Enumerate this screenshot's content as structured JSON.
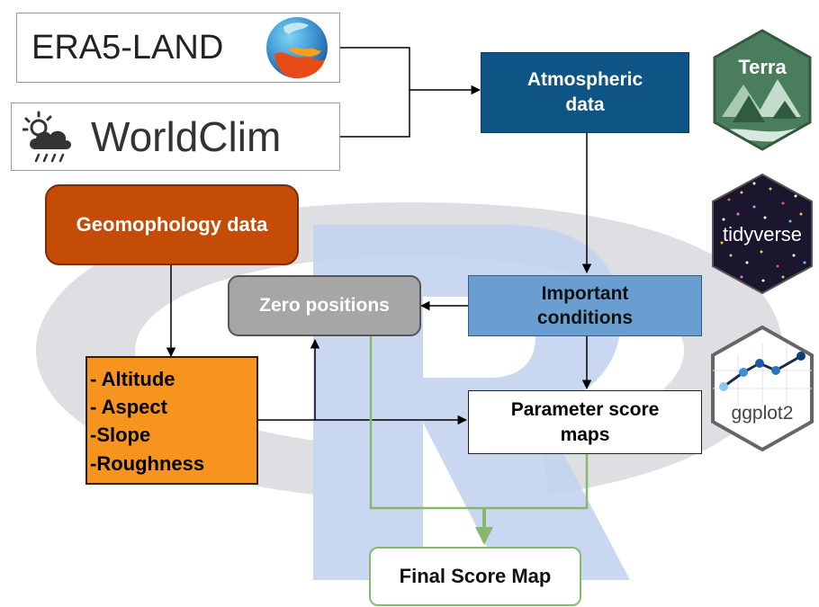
{
  "sources": {
    "era5_label": "ERA5-LAND",
    "worldclim_label": "WorldClim"
  },
  "nodes": {
    "atmospheric": [
      "Atmospheric",
      "data"
    ],
    "geomorphology": "Geomophology data",
    "zero_positions": "Zero positions",
    "important_conditions": [
      "Important",
      "conditions"
    ],
    "parameter_maps": [
      "Parameter score",
      "maps"
    ],
    "final_map": "Final Score Map",
    "attributes": [
      "- Altitude",
      "- Aspect",
      "-Slope",
      "-Roughness"
    ]
  },
  "packages": {
    "terra": "Terra",
    "tidyverse": "tidyverse",
    "ggplot2": "ggplot2"
  },
  "colors": {
    "atmospheric": "#0e5585",
    "geomorphology": "#c44c07",
    "zero_positions": "#a6a6a6",
    "important_conditions": "#6a9ed0",
    "attributes": "#f7941d",
    "final_border": "#86b96b",
    "green_arrows": "#86b96b",
    "r_logo_ring": "#d7d9de",
    "r_logo_letter": "#c3d4ee"
  },
  "icons": [
    "globe-icon",
    "weather-cloud-icon",
    "terra-hex-logo",
    "tidyverse-hex-logo",
    "ggplot2-hex-logo",
    "r-watermark-logo"
  ]
}
